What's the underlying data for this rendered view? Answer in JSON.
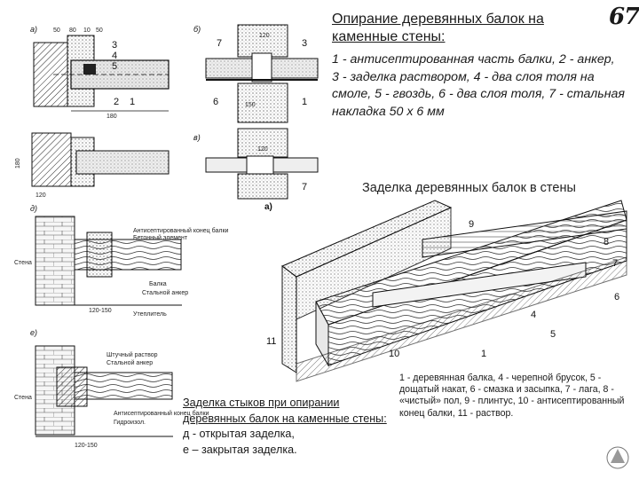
{
  "slide": {
    "number": "67",
    "title": "Опирание деревянных балок на каменные стены:",
    "legend_top": "1 - антисептированная часть балки, 2 - анкер, 3 - заделка раствором, 4 - два слоя толя на смоле, 5 - гвоздь, 6 - два слоя толя, 7 - стальная накладка 50 х 6 мм",
    "heading_embed": "Заделка деревянных балок в стены",
    "caption_left_title": "Заделка стыков при опирании деревянных балок на каменные стены:",
    "caption_left_a": "д - открытая заделка,",
    "caption_left_b": "е – закрытая заделка.",
    "legend_bottom": "1 - деревянная балка, 4 - черепной брусок, 5 - дощатый накат, 6 - смазка и засыпка, 7 - лага, 8 - «чистый» пол, 9 - плинтус, 10 - антисептированный конец балки, 11 - раствор."
  },
  "figures": {
    "fig_a": {
      "label": "а)",
      "dims": [
        "50",
        "80",
        "10",
        "50",
        "180",
        "120",
        "180"
      ],
      "callouts": [
        "3",
        "4",
        "5",
        "2",
        "1"
      ]
    },
    "fig_b": {
      "label": "б)",
      "dims": [
        "120",
        "150"
      ],
      "callouts": [
        "7",
        "3",
        "6",
        "1"
      ]
    },
    "fig_c": {
      "label": "в)",
      "dims": [
        "120"
      ],
      "callouts": [
        "7"
      ]
    },
    "fig_d": {
      "label": "д)",
      "texts": [
        "Стена",
        "Балка",
        "Стальной анкер",
        "Утеплитель",
        "Антисептированный конец балки",
        "Бетонный элемент"
      ],
      "dims": [
        "120-150"
      ]
    },
    "fig_e": {
      "label": "е)",
      "texts": [
        "Стена",
        "Штучный раствор",
        "Стальной анкер",
        "Антисептированный конец балки",
        "Гидроизол."
      ],
      "dims": [
        "120-150"
      ]
    },
    "fig_main": {
      "label": "а)",
      "callouts": [
        "9",
        "8",
        "7",
        "6",
        "5",
        "4",
        "1",
        "10",
        "11"
      ]
    }
  }
}
